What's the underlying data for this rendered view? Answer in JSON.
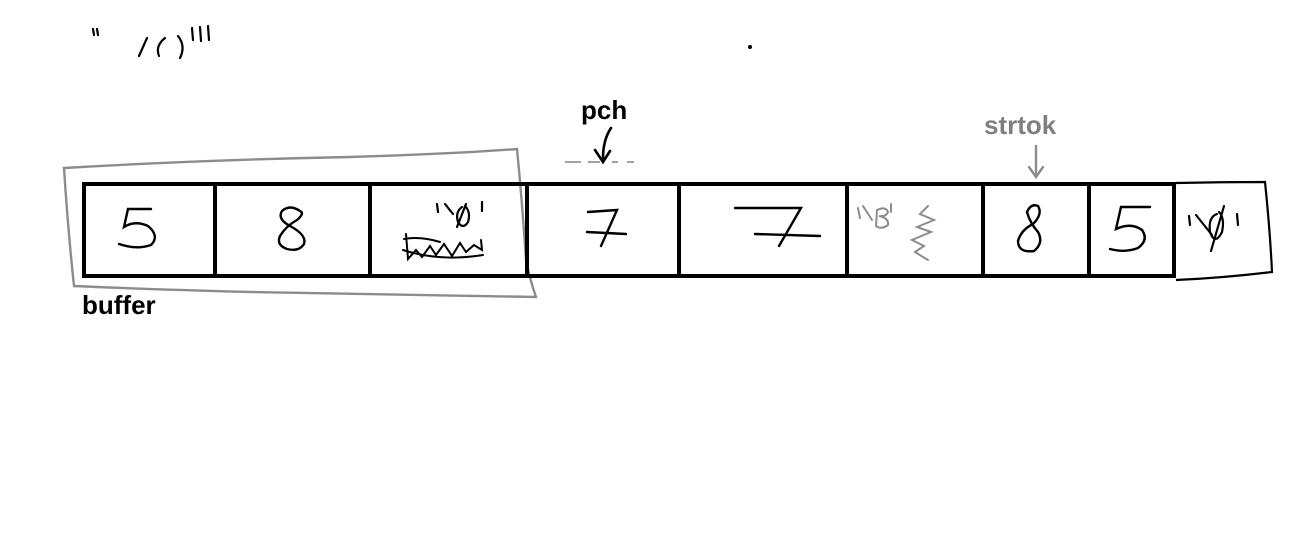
{
  "labels": {
    "pch": "pch",
    "strtok": "strtok",
    "buffer": "buffer"
  },
  "cells": [
    {
      "content": "5"
    },
    {
      "content": "8"
    },
    {
      "content": "'\\0'",
      "struck": true
    },
    {
      "content": "7"
    },
    {
      "content": "7"
    },
    {
      "content": "'\\8'",
      "struck": true
    },
    {
      "content": "8"
    },
    {
      "content": "5"
    },
    {
      "content": "'\\0'"
    }
  ],
  "top_scribble": "\" /()''",
  "colors": {
    "ink": "#000000",
    "highlight": "#7f7f7f",
    "background": "#ffffff"
  }
}
